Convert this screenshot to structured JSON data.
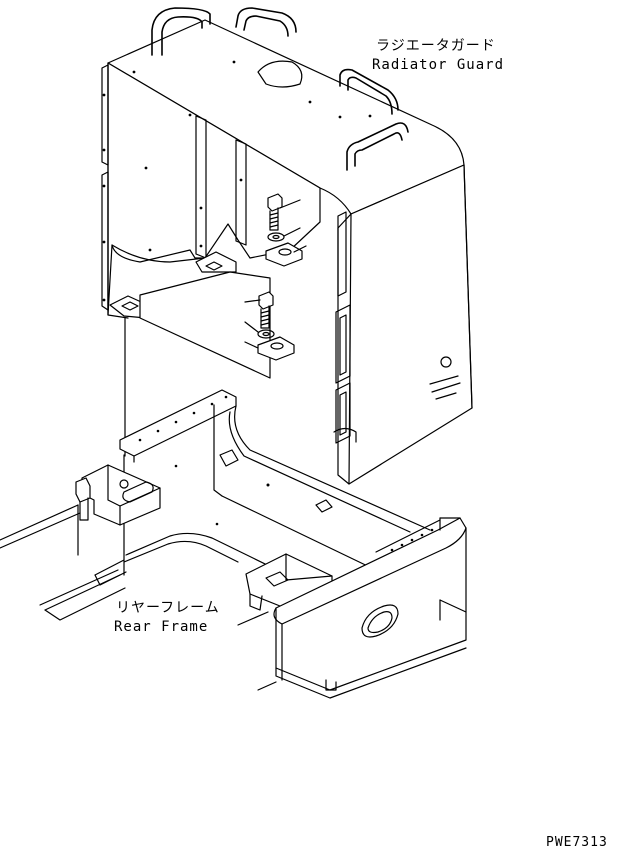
{
  "labels": {
    "radiator_guard_jp": "ラジエータガード",
    "radiator_guard_en": "Radiator Guard",
    "rear_frame_jp": "リヤーフレーム",
    "rear_frame_en": "Rear Frame",
    "drawing_code": "PWE7313"
  },
  "colors": {
    "line": "#000000",
    "background": "#ffffff"
  }
}
